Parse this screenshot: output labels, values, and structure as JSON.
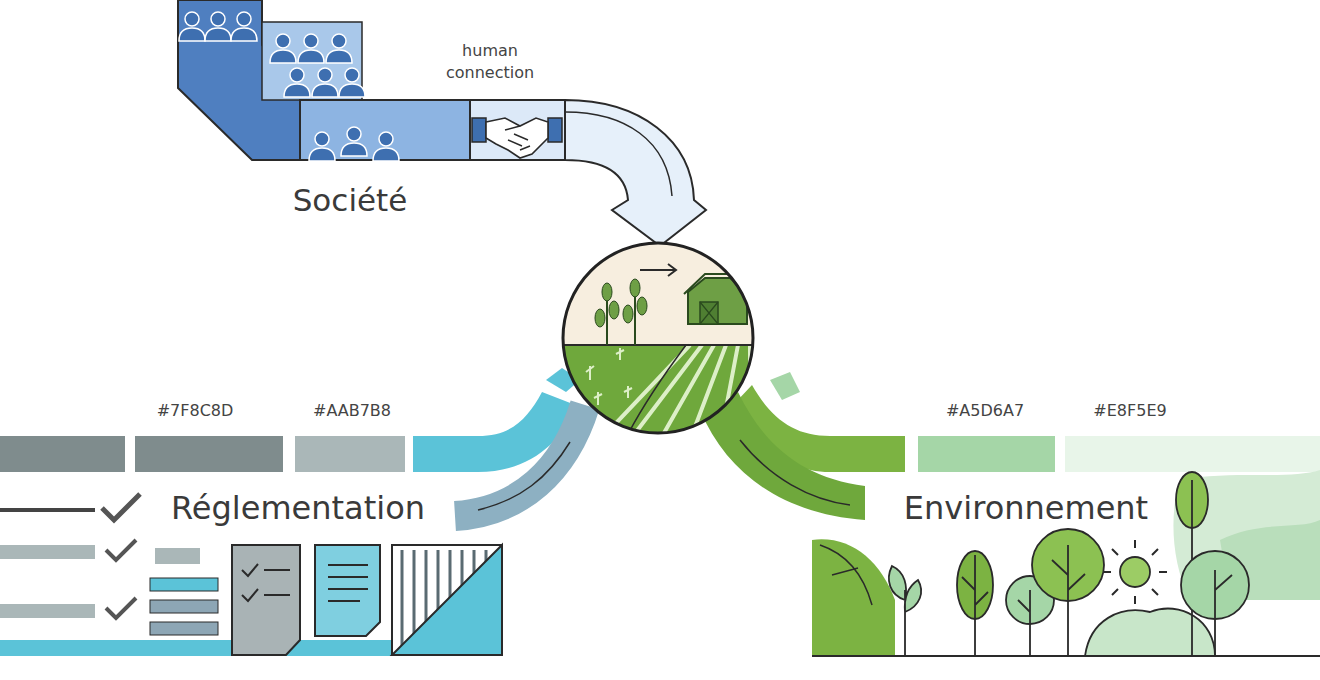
{
  "diagram": {
    "nodes": [
      {
        "text": [
          "Société"
        ]
      },
      {
        "text": [
          "Réglementation"
        ]
      },
      {
        "text": [
          "Environnement"
        ]
      }
    ],
    "labels": [
      "human connection",
      "#7F8C8D",
      "#AAB7B8",
      "#A5D6A7",
      "#E8F5E9"
    ]
  }
}
